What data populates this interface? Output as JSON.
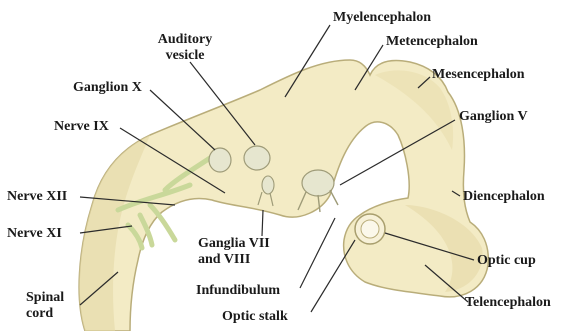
{
  "colors": {
    "tissue": "#f3ebc5",
    "tissue_shadow": "#d9cc95",
    "outline": "#b9ad7a",
    "ganglion": "#e6e6cf",
    "nerve": "#c9d89a",
    "leader": "#2b2b2b",
    "text": "#1a1a1a"
  },
  "labels": {
    "myelencephalon": "Myelencephalon",
    "metencephalon": "Metencephalon",
    "mesencephalon": "Mesencephalon",
    "auditory_vesicle_line1": "Auditory",
    "auditory_vesicle_line2": "vesicle",
    "ganglion_x": "Ganglion X",
    "nerve_ix": "Nerve IX",
    "ganglion_v": "Ganglion V",
    "nerve_xii": "Nerve XII",
    "diencephalon": "Diencephalon",
    "nerve_xi": "Nerve XI",
    "ganglia_vii_viii_line1": "Ganglia VII",
    "ganglia_vii_viii_line2": "and VIII",
    "optic_cup": "Optic cup",
    "infundibulum": "Infundibulum",
    "spinal_cord_line1": "Spinal",
    "spinal_cord_line2": "cord",
    "telencephalon": "Telencephalon",
    "optic_stalk": "Optic stalk"
  }
}
